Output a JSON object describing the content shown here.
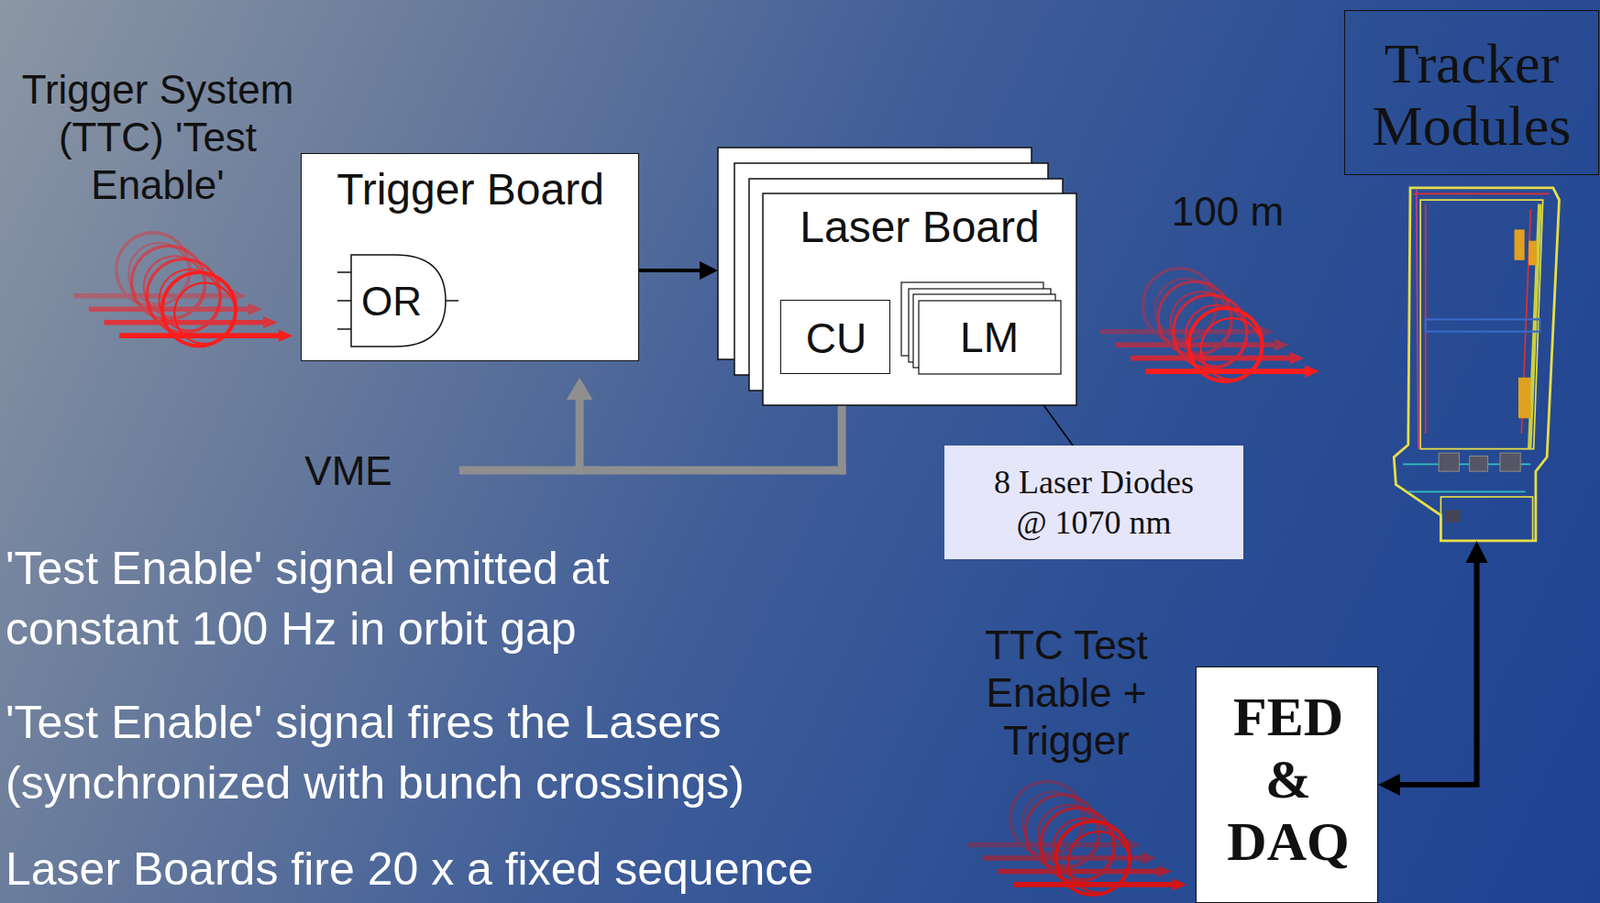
{
  "diagram": {
    "nodes": [
      {
        "text": [
          "Trigger Board"
        ]
      },
      {
        "text": [
          "OR"
        ],
        "in": 0
      },
      {
        "text": [
          "Laser Board"
        ]
      },
      {
        "text": [
          "CU"
        ],
        "in": 2
      },
      {
        "text": [
          "LM"
        ],
        "in": 2
      },
      {
        "text": [
          "8 Laser Diodes @ 1070 nm"
        ]
      },
      {
        "text": [
          "Tracker Modules"
        ]
      },
      {
        "text": [
          "FED & DAQ"
        ]
      }
    ],
    "edges": [
      {
        "from": 0,
        "to": 2,
        "arrow": "to"
      },
      {
        "from": 5,
        "to": 4,
        "arrow": "to"
      },
      {
        "from": 7,
        "to": 6,
        "arrow": "both"
      }
    ],
    "labels": [
      "Trigger System (TTC) 'Test Enable'",
      "VME",
      "100 m",
      "TTC Test Enable + Trigger",
      "'Test Enable' signal emitted at constant 100 Hz in orbit gap",
      "'Test Enable' signal fires the Lasers (synchronized with bunch crossings)",
      "Laser Boards fire 20 x a fixed sequence"
    ]
  }
}
